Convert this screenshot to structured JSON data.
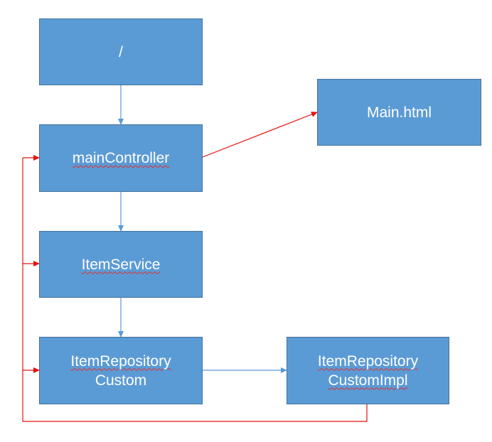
{
  "nodes": {
    "root": {
      "lines": [
        "/"
      ]
    },
    "main_html": {
      "lines": [
        "Main.html"
      ]
    },
    "controller": {
      "lines": [
        "mainController"
      ]
    },
    "service": {
      "lines": [
        "ItemService"
      ]
    },
    "repo": {
      "lines": [
        "ItemRepository",
        "Custom"
      ]
    },
    "repo_impl": {
      "lines": [
        "ItemRepository",
        "CustomImpl"
      ]
    }
  },
  "colors": {
    "node_fill": "#5b9bd5",
    "node_border": "#41719c",
    "blue_arrow": "#5b9bd5",
    "red_arrow": "#e81010"
  }
}
